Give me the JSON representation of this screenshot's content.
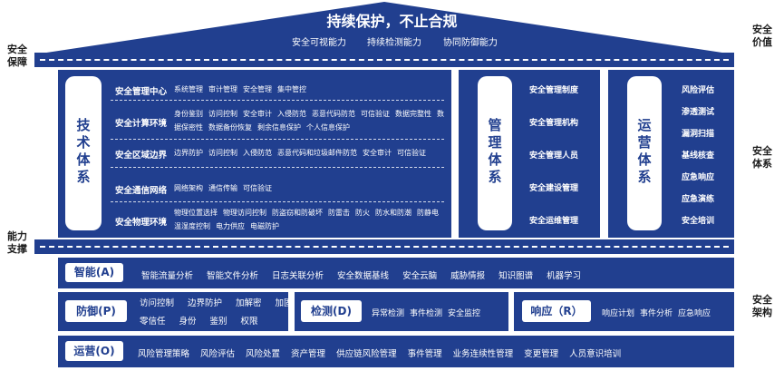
{
  "header": {
    "title": "持续保护，不止合规",
    "subs": [
      "安全可视能力",
      "持续检测能力",
      "协同防御能力"
    ]
  },
  "labels": {
    "security_protect": "安全保障",
    "security_value": "安全价值",
    "security_system": "安全体系",
    "capability_support": "能力支撑",
    "security_arch": "安全架构"
  },
  "tech": {
    "title": "技术体系",
    "rows": [
      {
        "title": "安全管理中心",
        "items": [
          "系统管理",
          "审计管理",
          "安全管理",
          "集中管控"
        ]
      },
      {
        "title": "安全计算环境",
        "items": [
          "身份鉴别",
          "访问控制",
          "安全审计",
          "入侵防范",
          "恶意代码防范",
          "可信验证",
          "数据完整性",
          "数据保密性",
          "数据备份恢复",
          "剩余信息保护",
          "个人信息保护"
        ]
      },
      {
        "title": "安全区域边界",
        "items": [
          "边界防护",
          "访问控制",
          "入侵防范",
          "恶意代码和垃圾邮件防范",
          "安全审计",
          "可信验证"
        ]
      },
      {
        "title": "安全通信网络",
        "items": [
          "网络架构",
          "通信传输",
          "可信验证"
        ]
      },
      {
        "title": "安全物理环境",
        "items": [
          "物理位置选择",
          "物理访问控制",
          "防盗窃和防破坏",
          "防雷击",
          "防火",
          "防水和防潮",
          "防静电",
          "温湿度控制",
          "电力供应",
          "电磁防护"
        ]
      }
    ]
  },
  "mgmt": {
    "title": "管理体系",
    "items": [
      "安全管理制度",
      "安全管理机构",
      "安全管理人员",
      "安全建设管理",
      "安全运维管理"
    ]
  },
  "ops": {
    "title": "运营体系",
    "items": [
      "风险评估",
      "渗透测试",
      "漏洞扫描",
      "基线核查",
      "应急响应",
      "应急演练",
      "安全培训"
    ]
  },
  "bars": {
    "intel": {
      "label": "智能(A)",
      "items": [
        "智能流量分析",
        "智能文件分析",
        "日志关联分析",
        "安全数据基线",
        "安全云脑",
        "威胁情报",
        "知识图谱",
        "机器学习"
      ]
    },
    "defense": {
      "label": "防御(P)",
      "line1": [
        "访问控制",
        "边界防护",
        "加解密",
        "加固"
      ],
      "line2": [
        "零信任",
        "身份",
        "鉴别",
        "权限"
      ]
    },
    "detect": {
      "label": "检测(D)",
      "items": [
        "异常检测",
        "事件检测",
        "安全监控"
      ]
    },
    "respond": {
      "label": "响应（R）",
      "items": [
        "响应计划",
        "事件分析",
        "应急响应"
      ]
    },
    "operate": {
      "label": "运营(O)",
      "items": [
        "风险管理策略",
        "风险评估",
        "风险处置",
        "资产管理",
        "供应链风险管理",
        "事件管理",
        "业务连续性管理",
        "变更管理",
        "人员意识培训"
      ]
    }
  }
}
